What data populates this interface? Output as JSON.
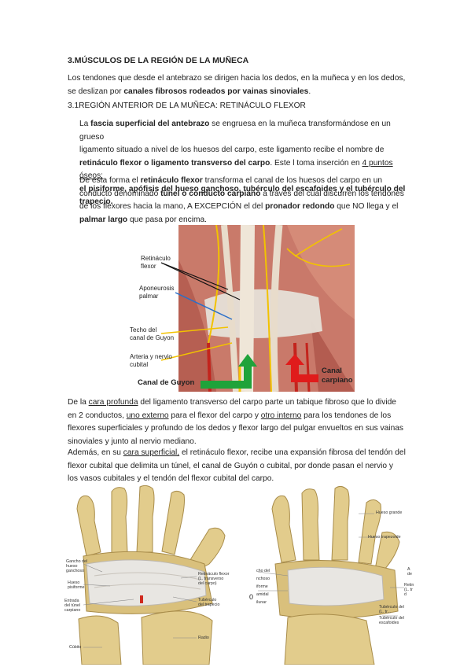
{
  "heading": "3.MÚSCULOS DE LA REGIÓN DE LA MUÑECA",
  "intro": {
    "line1": "Los tendones que desde el antebrazo se dirigen hacia los dedos, en la muñeca y en los dedos,",
    "line2_pre": "se deslizan por ",
    "line2_bold": "canales fibrosos rodeados por vainas sinoviales",
    "line2_post": "."
  },
  "subheading": "3.1REGIÓN ANTERIOR DE LA MUÑECA: RETINÁCULO FLEXOR",
  "para1": {
    "l1_pre": "La ",
    "l1_bold": "fascia superficial del antebrazo",
    "l1_post": " se engruesa en la muñeca transformándose en un grueso",
    "l2": "ligamento situado a nivel de los huesos del carpo, este ligamento recibe el nombre de",
    "l3_bold": "retináculo flexor o ligamento transverso del carpo",
    "l3_mid": ". Este l toma inserción en ",
    "l3_und": "4 puntos óseos:",
    "l4_bold": "el pisiforme, apófisis del hueso ganchoso, tubérculo del escafoides y el tubérculo del",
    "l5_bold": "trapecio."
  },
  "para2": {
    "l1_pre": "De esta forma el ",
    "l1_bold": "retináculo flexor",
    "l1_post": " transforma el canal de los huesos del carpo en un",
    "l2_pre": "conducto denominado ",
    "l2_bold": "túnel o conducto carpiano",
    "l2_post": " a través del cual discurren los tendones",
    "l3_pre": "de los flexores hacia la mano, A EXCEPCIÓN el del ",
    "l3_bold": "pronador redondo",
    "l3_post": " que NO llega y el",
    "l4_bold": "palmar largo",
    "l4_post": " que pasa por encima."
  },
  "figure1": {
    "labels": {
      "retinaculo": "Retináculo\nflexor",
      "aponeurosis": "Aponeurosis\npalmar",
      "techo": "Techo del\ncanal de Guyon",
      "arteria": "Arteria y nervio\ncubital",
      "guyon": "Canal de Guyon",
      "carpiano": "Canal\ncarpiano"
    },
    "colors": {
      "green": "#1fa33a",
      "red": "#e01b1b",
      "blue": "#2a6fc9",
      "yellow": "#f2c200"
    }
  },
  "para3": {
    "l1_pre": "De la ",
    "l1_und": "cara profunda",
    "l1_post": " del ligamento transverso del carpo parte un tabique fibroso que lo divide",
    "l2_pre": "en 2 conductos, ",
    "l2_und1": "uno externo",
    "l2_mid": " para el flexor del carpo y ",
    "l2_und2": "otro interno",
    "l2_post": " para los tendones de los",
    "l3": "flexores superficiales y profundo de los dedos y flexor largo del pulgar envueltos en sus vainas",
    "l4": "sinoviales y junto al nervio mediano."
  },
  "para4": {
    "l1_pre": "Además, en su ",
    "l1_und": "cara superficial,",
    "l1_post": " el retináculo flexor, recibe una expansión fibrosa del tendón del",
    "l2": "flexor cubital que delimita un túnel, el canal de Guyón o cubital, por donde pasan el nervio y",
    "l3": "los vasos cubitales y el tendón del flexor cubital del carpo."
  },
  "figure2": {
    "labels": {
      "gancho": "Gancho del\nhueso\nganchoso",
      "pisiforme": "Hueso\npisiforme",
      "entrada": "Entrada\ndel túnel\ncarpiano",
      "cubito": "Cúbito",
      "retinaculo": "Retináculo flexor\n(L. transverso\ndel carpo)",
      "tuberculo": "Tubérculo\ndel trapecio",
      "radio": "Radio"
    }
  },
  "figure3": {
    "labels": {
      "hueso_grande": "Hueso grande",
      "trapezoide": "Hueso trapezoide",
      "left_cut": "cho del\nnchoso\niforme\namidal\nilunar",
      "right_cut1": "A\nde",
      "right_cut2": "Retin\n(L. tr\nd",
      "tub_trapecio": "Tubérculo del\n(L. tr...",
      "tub_escafoides": "Tubérculo del\nescafoides"
    },
    "stray": "0"
  }
}
